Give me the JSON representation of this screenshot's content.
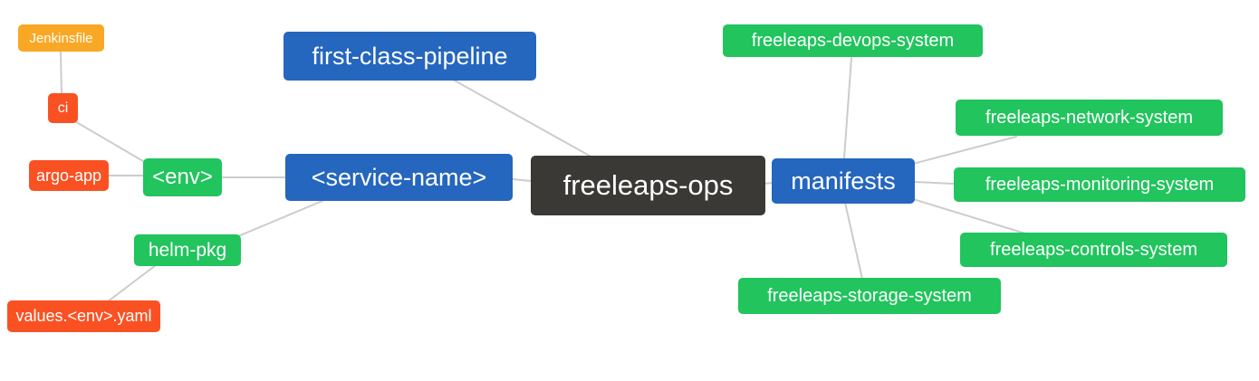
{
  "diagram": {
    "type": "mindmap",
    "root": "freeleaps-ops",
    "nodes": {
      "jenkinsfile": {
        "label": "Jenkinsfile",
        "color_role": "orange"
      },
      "ci": {
        "label": "ci",
        "color_role": "red"
      },
      "argo_app": {
        "label": "argo-app",
        "color_role": "red"
      },
      "env": {
        "label": "<env>",
        "color_role": "green"
      },
      "helm_pkg": {
        "label": "helm-pkg",
        "color_role": "green"
      },
      "values_env_yaml": {
        "label": "values.<env>.yaml",
        "color_role": "red"
      },
      "service_name": {
        "label": "<service-name>",
        "color_role": "blue"
      },
      "first_class_pipeline": {
        "label": "first-class-pipeline",
        "color_role": "blue"
      },
      "freeleaps_ops": {
        "label": "freeleaps-ops",
        "color_role": "dark"
      },
      "manifests": {
        "label": "manifests",
        "color_role": "blue"
      },
      "devops_system": {
        "label": "freeleaps-devops-system",
        "color_role": "green"
      },
      "network_system": {
        "label": "freeleaps-network-system",
        "color_role": "green"
      },
      "monitoring_system": {
        "label": "freeleaps-monitoring-system",
        "color_role": "green"
      },
      "controls_system": {
        "label": "freeleaps-controls-system",
        "color_role": "green"
      },
      "storage_system": {
        "label": "freeleaps-storage-system",
        "color_role": "green"
      }
    },
    "edges": [
      [
        "jenkinsfile",
        "ci"
      ],
      [
        "ci",
        "env"
      ],
      [
        "argo_app",
        "env"
      ],
      [
        "env",
        "service_name"
      ],
      [
        "helm_pkg",
        "service_name"
      ],
      [
        "values_env_yaml",
        "helm_pkg"
      ],
      [
        "first_class_pipeline",
        "freeleaps_ops"
      ],
      [
        "service_name",
        "freeleaps_ops"
      ],
      [
        "freeleaps_ops",
        "manifests"
      ],
      [
        "manifests",
        "devops_system"
      ],
      [
        "manifests",
        "network_system"
      ],
      [
        "manifests",
        "monitoring_system"
      ],
      [
        "manifests",
        "controls_system"
      ],
      [
        "manifests",
        "storage_system"
      ]
    ]
  },
  "colors": {
    "orange": "#F9A825",
    "red": "#FA5123",
    "green": "#21C45D",
    "blue": "#2566BE",
    "dark": "#3B3936",
    "edge": "#CCCCCC",
    "text": "#FFFFFF"
  }
}
